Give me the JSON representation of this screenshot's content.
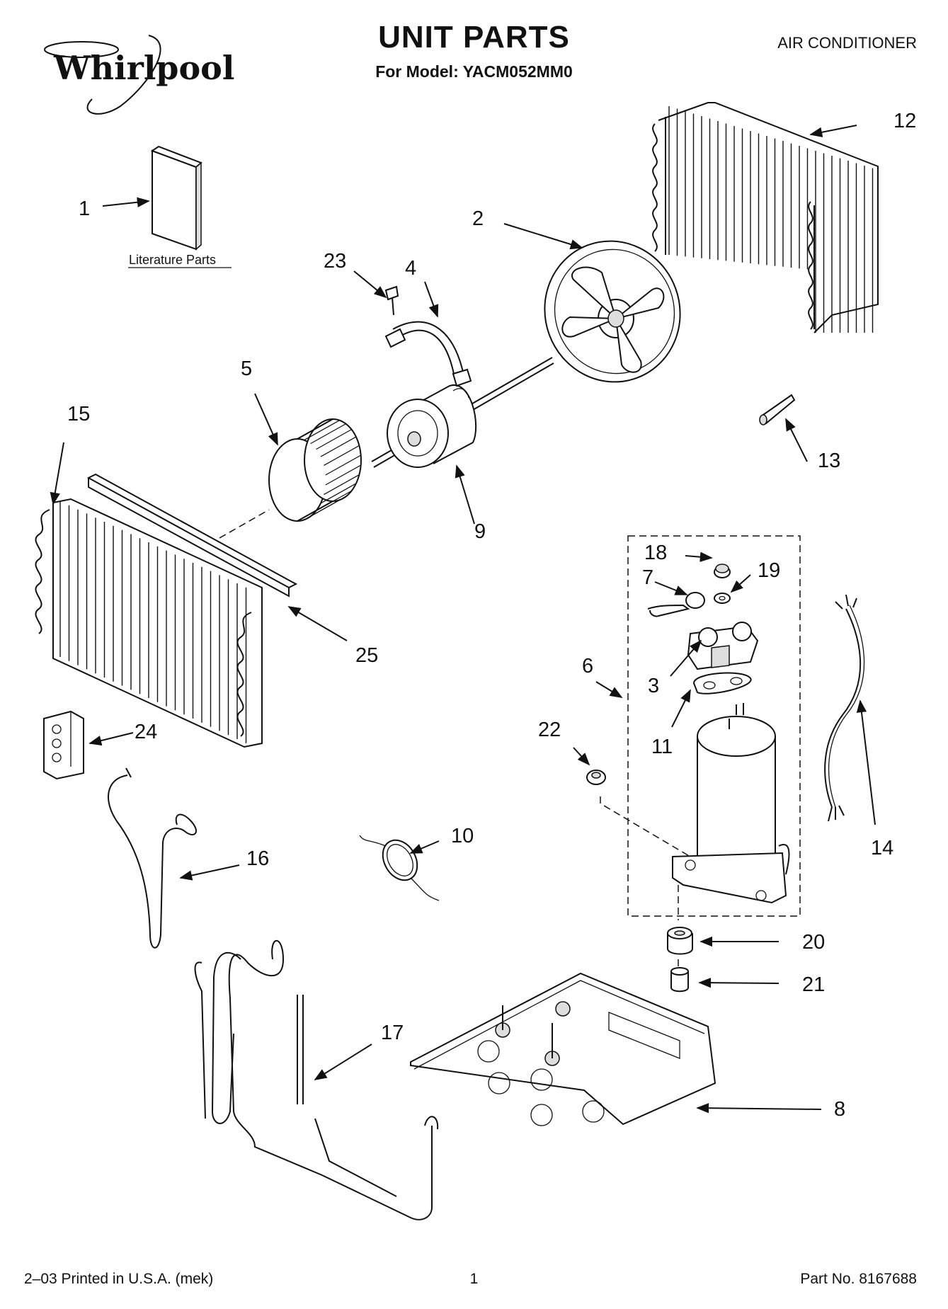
{
  "header": {
    "brand": "Whirlpool",
    "title": "UNIT PARTS",
    "subtitle": "For Model: YACM052MM0",
    "category": "AIR CONDITIONER"
  },
  "diagram": {
    "literature_label": "Literature Parts",
    "callouts": [
      "1",
      "2",
      "3",
      "4",
      "5",
      "6",
      "7",
      "8",
      "9",
      "10",
      "11",
      "12",
      "13",
      "14",
      "15",
      "16",
      "17",
      "18",
      "19",
      "20",
      "21",
      "22",
      "23",
      "24",
      "25"
    ]
  },
  "footer": {
    "print_info": "2–03 Printed in U.S.A. (mek)",
    "page": "1",
    "part_no": "Part No. 8167688"
  }
}
